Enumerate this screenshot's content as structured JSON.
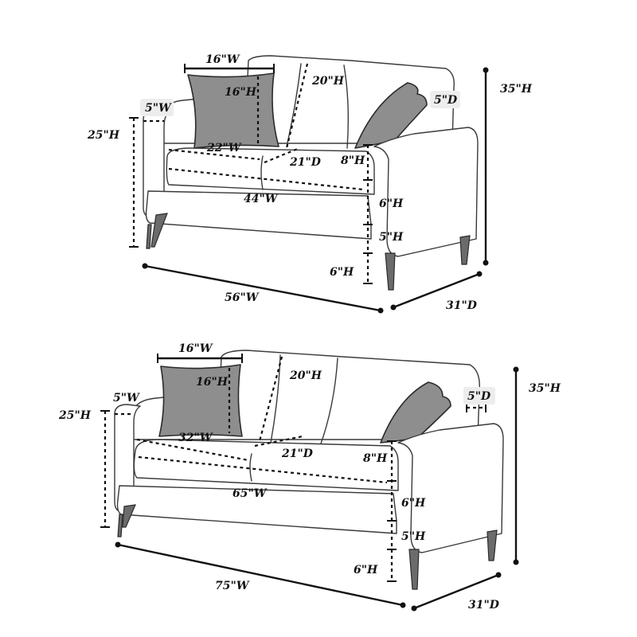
{
  "colors": {
    "outline": "#3a3a3a",
    "pillow": "#8e8e8e",
    "dimension_line": "#111111",
    "label_background": "#ededed"
  },
  "loveseat": {
    "name": "",
    "dimensions": {
      "pillow_width": "16\"W",
      "pillow_height": "16\"H",
      "back_height": "20\"H",
      "back_depth": "5\"D",
      "overall_height": "35\"H",
      "arm_width": "5\"W",
      "arm_height": "25\"H",
      "seat_cushion_width": "22\"W",
      "seat_depth": "21\"D",
      "arm_above_seat": "8\"H",
      "seat_total_width": "44\"W",
      "cushion_thickness": "6\"H",
      "base_height": "5\"H",
      "leg_height": "6\"H",
      "overall_width": "56\"W",
      "overall_depth": "31\"D"
    }
  },
  "sofa": {
    "name": "",
    "dimensions": {
      "pillow_width": "16\"W",
      "pillow_height": "16\"H",
      "back_height": "20\"H",
      "back_depth": "5\"D",
      "overall_height": "35\"H",
      "arm_width": "5\"W",
      "arm_height": "25\"H",
      "seat_cushion_width": "32\"W",
      "seat_depth": "21\"D",
      "arm_above_seat": "8\"H",
      "seat_total_width": "65\"W",
      "cushion_thickness": "6\"H",
      "base_height": "5\"H",
      "leg_height": "6\"H",
      "overall_width": "75\"W",
      "overall_depth": "31\"D"
    }
  }
}
